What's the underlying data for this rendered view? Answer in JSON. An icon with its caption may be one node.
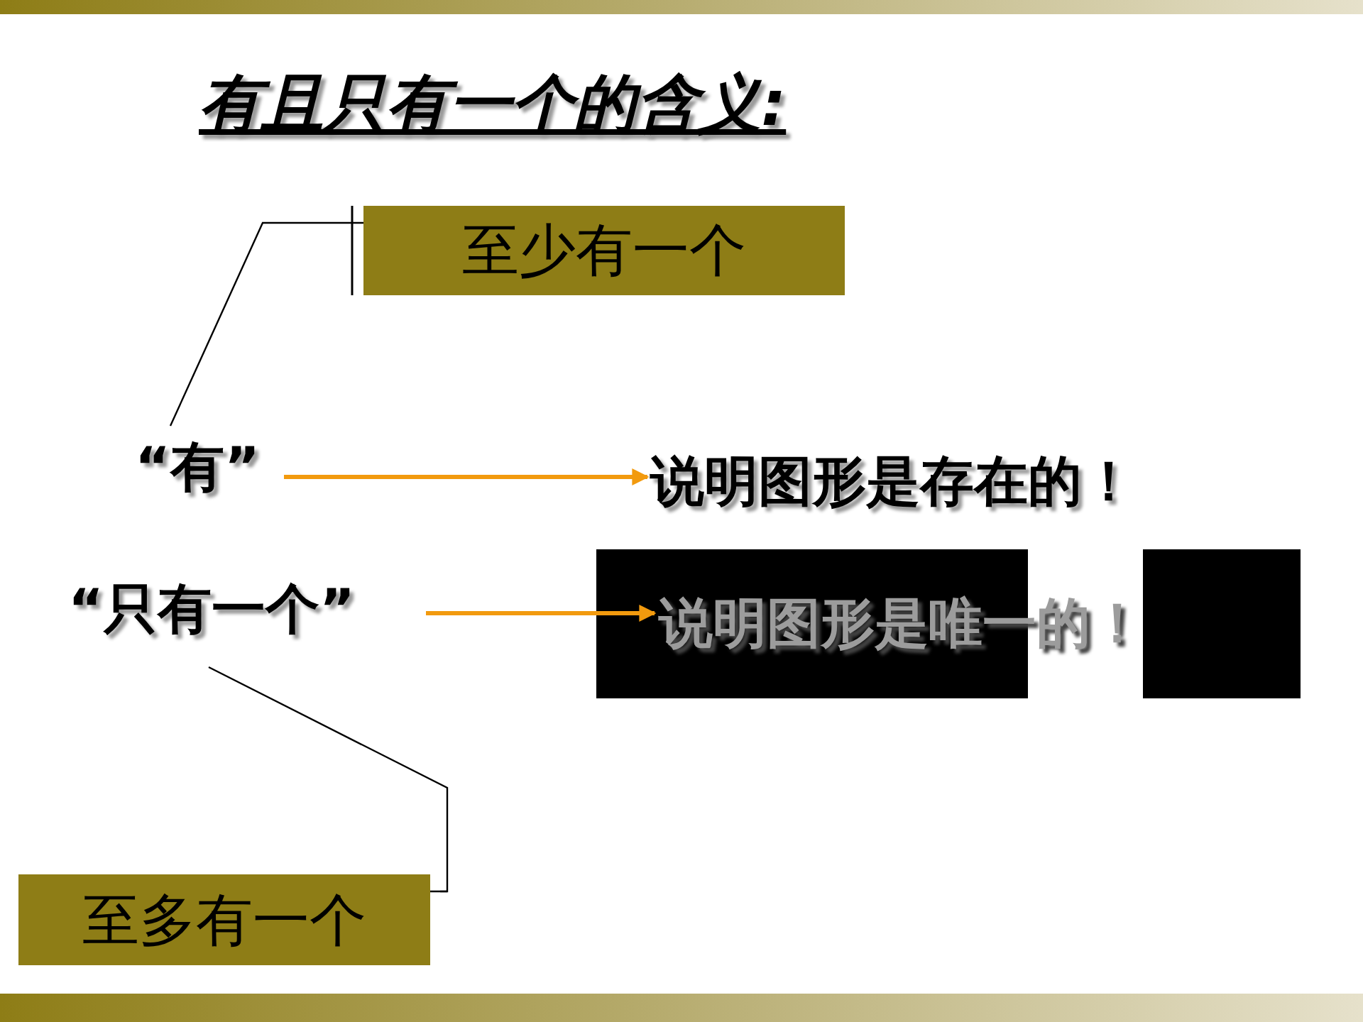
{
  "diagram": {
    "title": "有且只有一个的含义:",
    "nodes": [
      {
        "text": [
          "至少有一个"
        ]
      },
      {
        "text": [
          "“有”"
        ]
      },
      {
        "text": [
          "说明图形是存在的！"
        ]
      },
      {
        "text": [
          "“只有一个”"
        ]
      },
      {
        "text": [
          "说明图形是唯一的！"
        ]
      },
      {
        "text": [
          "至多有一个"
        ]
      }
    ],
    "edges": [
      {
        "from": 1,
        "to": 0,
        "arrow": "none"
      },
      {
        "from": 1,
        "to": 2,
        "arrow": "to",
        "style": "thick",
        "color": "#f29a0e"
      },
      {
        "from": 3,
        "to": 4,
        "arrow": "to",
        "style": "thick",
        "color": "#f29a0e"
      },
      {
        "from": 3,
        "to": 5,
        "arrow": "none"
      }
    ]
  }
}
